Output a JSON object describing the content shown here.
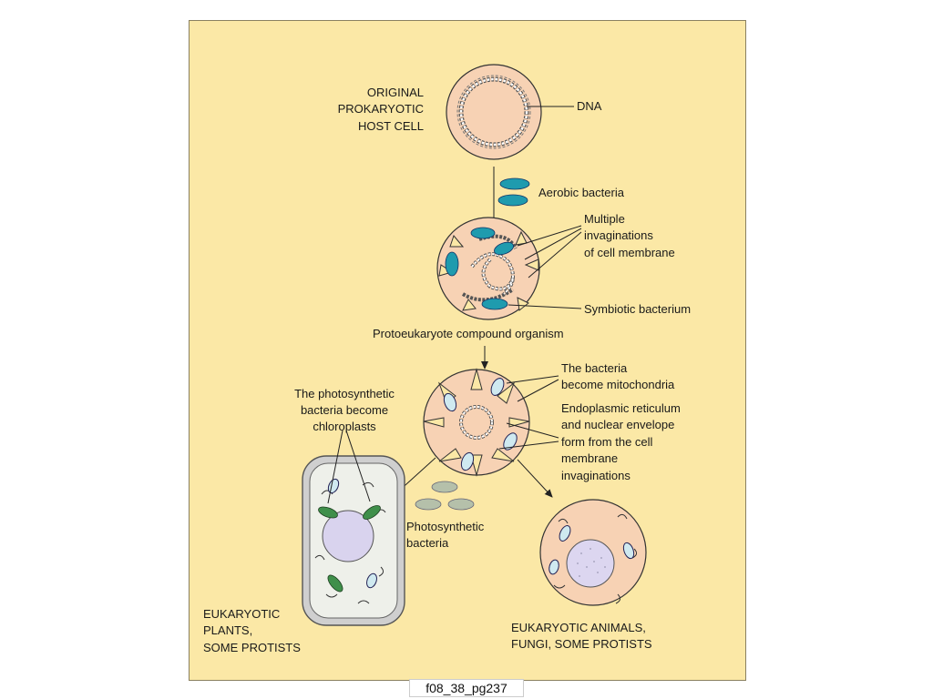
{
  "labels": {
    "host_cell": [
      "ORIGINAL",
      "PROKARYOTIC",
      "HOST CELL"
    ],
    "dna": "DNA",
    "aerobic_bacteria": "Aerobic bacteria",
    "invaginations": [
      "Multiple",
      "invaginations",
      "of cell membrane"
    ],
    "symbiotic": "Symbiotic bacterium",
    "protoeukaryote": "Protoeukaryote compound organism",
    "mitochondria": [
      "The bacteria",
      "become mitochondria"
    ],
    "er": [
      "Endoplasmic reticulum",
      "and nuclear envelope",
      "form from the cell",
      "membrane",
      "invaginations"
    ],
    "chloroplasts": [
      "The photosynthetic",
      "bacteria become",
      "chloroplasts"
    ],
    "photosynthetic": [
      "Photosynthetic",
      "bacteria"
    ],
    "plants": [
      "EUKARYOTIC",
      "PLANTS,",
      "SOME PROTISTS"
    ],
    "animals": [
      "EUKARYOTIC ANIMALS,",
      "FUNGI, SOME PROTISTS"
    ]
  },
  "caption": "f08_38_pg237",
  "colors": {
    "background": "#fbe8a6",
    "cell": "#f7d2b4",
    "bacterium": "#1f9bae",
    "chloroplast": "#3f8f4a",
    "photosynthetic_bacteria": "#b5c0aa",
    "plant_nucleus": "#d9d3ee",
    "animal_nucleus": "#dcd6f0"
  }
}
